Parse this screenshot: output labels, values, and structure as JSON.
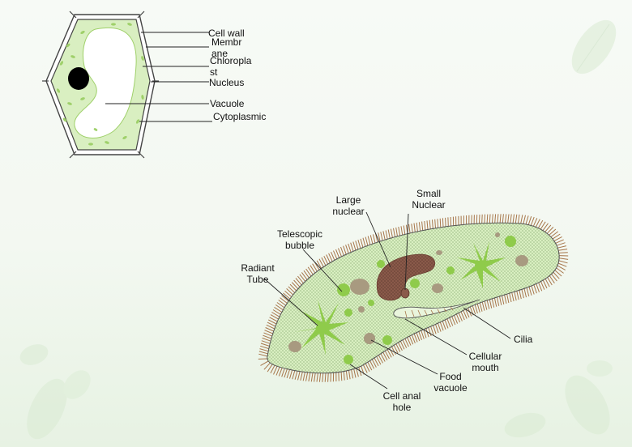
{
  "plant_cell": {
    "labels": {
      "cell_wall": "Cell wall",
      "membrane": "Membrane",
      "chloroplast": "Chloroplast",
      "nucleus": "Nucleus",
      "vacuole": "Vacuole",
      "cytoplasmic": "Cytoplasmic"
    }
  },
  "paramecium": {
    "labels": {
      "large_nuclear": "Large nuclear",
      "small_nuclear": "Small Nuclear",
      "telescopic_bubble": "Telescopic bubble",
      "radiant_tube": "Radiant Tube",
      "cilia": "Cilia",
      "cellular_mouth": "Cellular mouth",
      "food_vacuole": "Food vacuole",
      "cell_anal_hole": "Cell anal hole"
    }
  },
  "colors": {
    "cytoplasm": "#d9efc1",
    "chloroplast": "#9fd06a",
    "vacuole_green": "#8fcb4b",
    "nucleus_brown": "#8a5a4a",
    "food_vacuole": "#a89a80",
    "cilia": "#a6764a",
    "leaf_decoration": "#d9ebd2"
  }
}
